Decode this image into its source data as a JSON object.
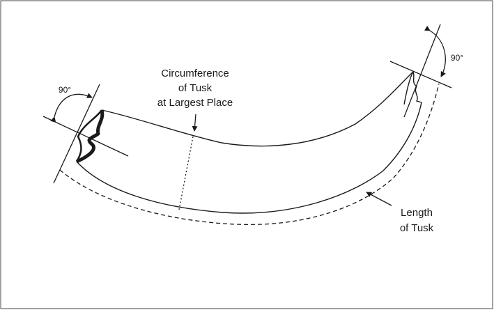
{
  "labels": {
    "circumference": [
      "Circumference",
      "of Tusk",
      "at Largest Place"
    ],
    "length": [
      "Length",
      "of Tusk"
    ],
    "angle_left": "90°",
    "angle_right": "90°"
  },
  "colors": {
    "ink": "#1a1a1a",
    "border": "#444444",
    "background": "#ffffff"
  }
}
